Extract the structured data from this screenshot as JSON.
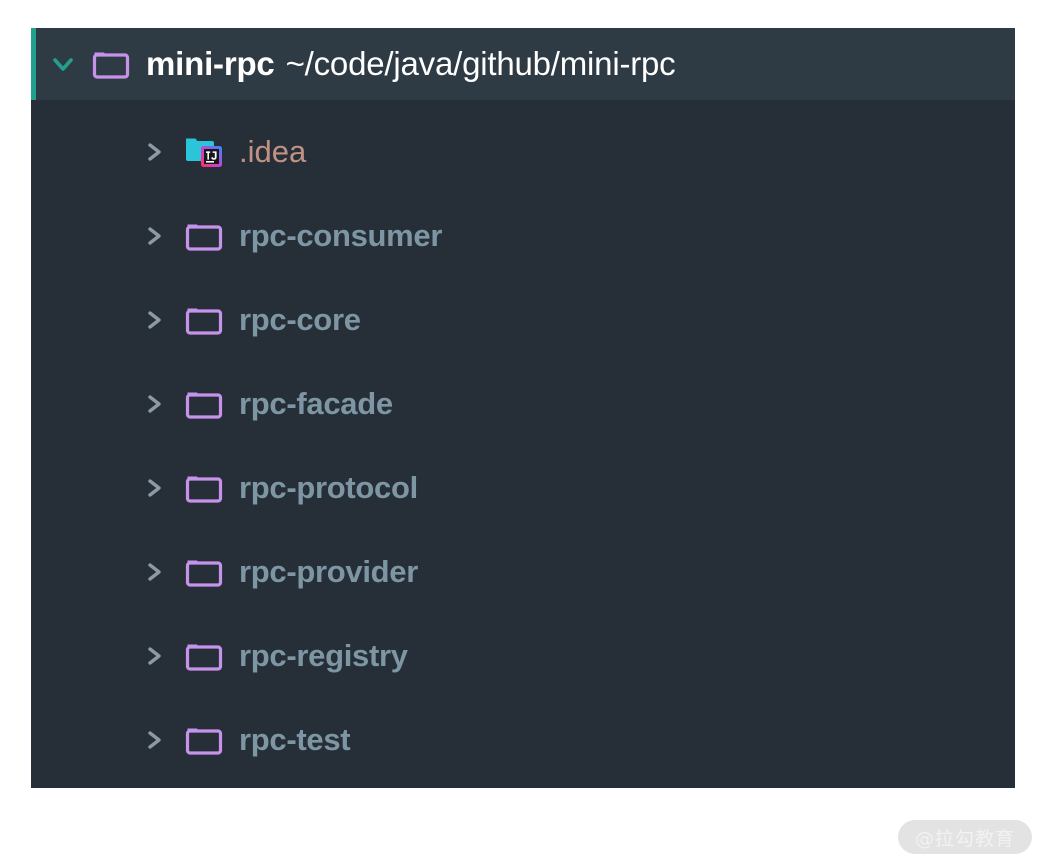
{
  "panel": {
    "name": "project-tool-window",
    "background": "#262f38",
    "header_background": "#2e3b44",
    "accent_color": "#22a08e",
    "folder_icon_color": "#c792ea",
    "label_color": "#7e96a3",
    "excluded_label_color": "#c19283"
  },
  "header": {
    "expand_state": "expanded",
    "chevron_icon": "chevron-down-icon",
    "folder_icon": "folder-icon",
    "project_name": "mini-rpc",
    "project_path": "~/code/java/github/mini-rpc"
  },
  "tree": {
    "rows": [
      {
        "label": ".idea",
        "icon": "intellij-folder-icon",
        "chevron": "chevron-right-icon",
        "state": "collapsed",
        "excluded": true
      },
      {
        "label": "rpc-consumer",
        "icon": "folder-icon",
        "chevron": "chevron-right-icon",
        "state": "collapsed",
        "excluded": false
      },
      {
        "label": "rpc-core",
        "icon": "folder-icon",
        "chevron": "chevron-right-icon",
        "state": "collapsed",
        "excluded": false
      },
      {
        "label": "rpc-facade",
        "icon": "folder-icon",
        "chevron": "chevron-right-icon",
        "state": "collapsed",
        "excluded": false
      },
      {
        "label": "rpc-protocol",
        "icon": "folder-icon",
        "chevron": "chevron-right-icon",
        "state": "collapsed",
        "excluded": false
      },
      {
        "label": "rpc-provider",
        "icon": "folder-icon",
        "chevron": "chevron-right-icon",
        "state": "collapsed",
        "excluded": false
      },
      {
        "label": "rpc-registry",
        "icon": "folder-icon",
        "chevron": "chevron-right-icon",
        "state": "collapsed",
        "excluded": false
      },
      {
        "label": "rpc-test",
        "icon": "folder-icon",
        "chevron": "chevron-right-icon",
        "state": "collapsed",
        "excluded": false
      }
    ]
  },
  "watermark": {
    "text": "@拉勾教育"
  }
}
